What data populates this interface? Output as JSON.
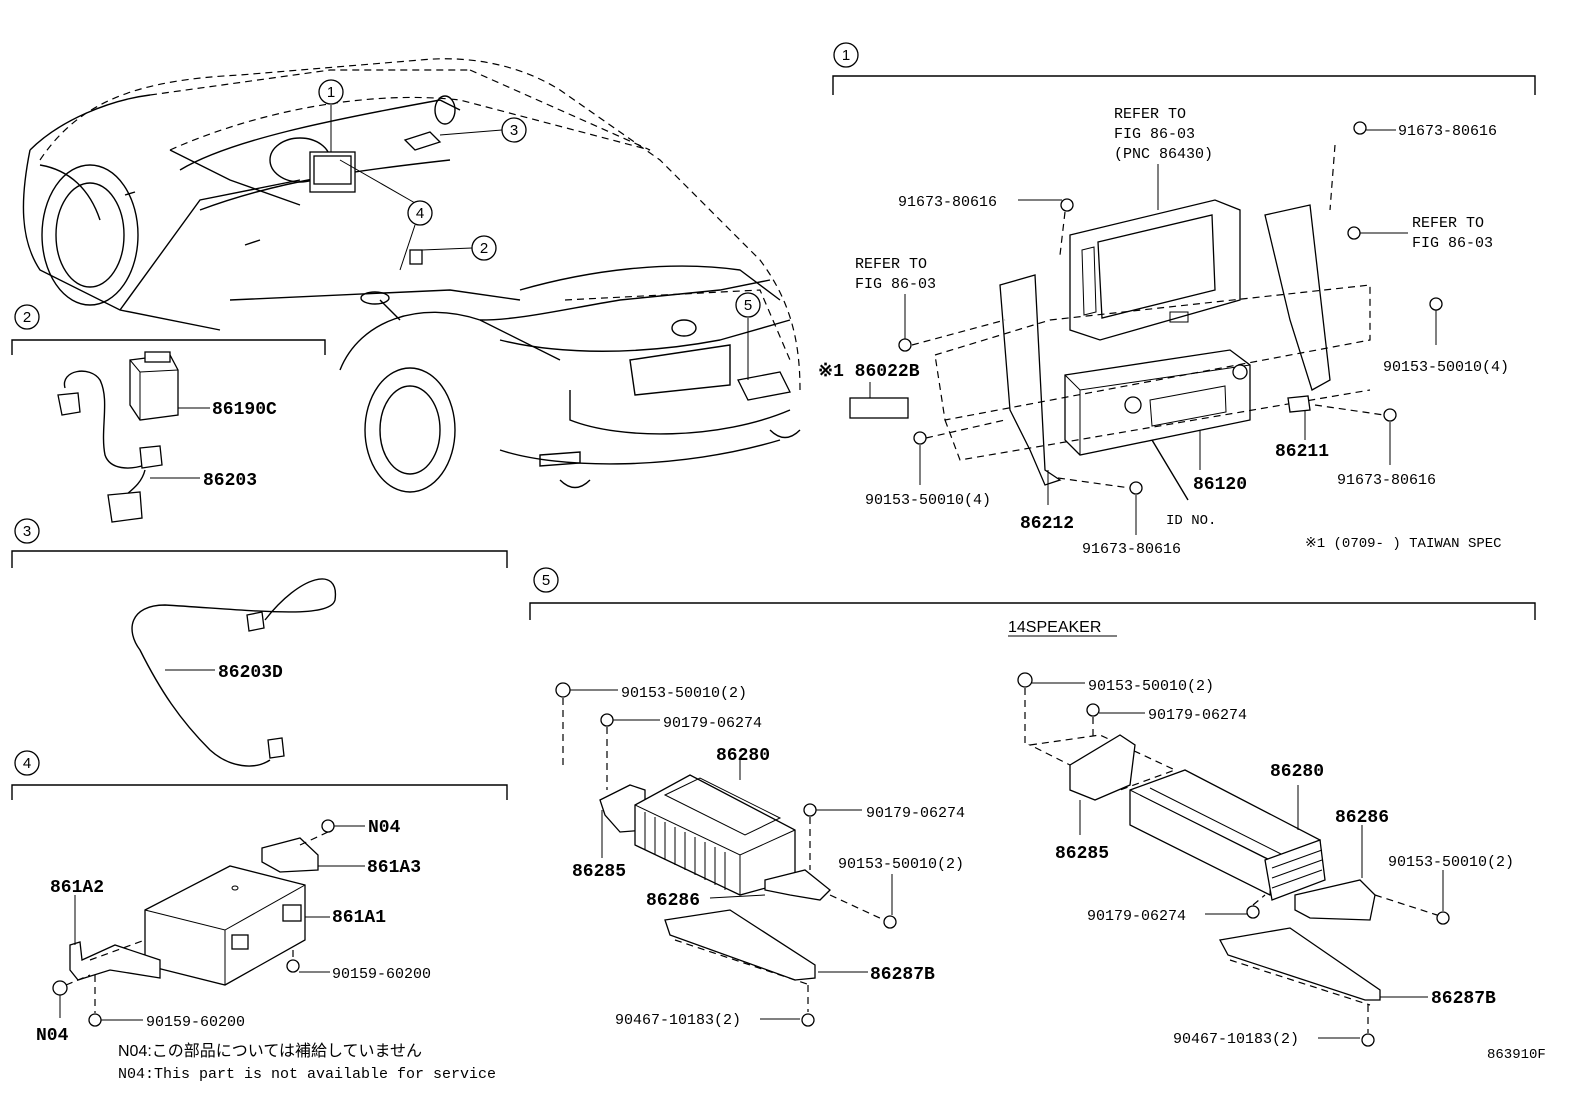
{
  "sections": {
    "s1": "1",
    "s2": "2",
    "s3": "3",
    "s4": "4",
    "s5": "5"
  },
  "car_callouts": {
    "c1": "1",
    "c2": "2",
    "c3": "3",
    "c4": "4",
    "c5": "5"
  },
  "group1": {
    "refer_main": [
      "REFER TO",
      "FIG 86-03",
      "(PNC 86430)"
    ],
    "refer_left": [
      "REFER TO",
      "FIG 86-03"
    ],
    "refer_right": [
      "REFER TO",
      "FIG 86-03"
    ],
    "bolt_top_left": "91673-80616",
    "bolt_top_right": "91673-80616",
    "bolt_right_mid": "90153-50010(4)",
    "bolt_right_low": "91673-80616",
    "bolt_left_low": "90153-50010(4)",
    "bolt_bottom": "91673-80616",
    "part_86022b": "※1 86022B",
    "part_86120": "86120",
    "part_86211": "86211",
    "part_86212": "86212",
    "id_no": "ID NO.",
    "footnote": "※1 (0709-    ) TAIWAN SPEC"
  },
  "group2": {
    "part_a": "86190C",
    "part_b": "86203"
  },
  "group3": {
    "part_a": "86203D"
  },
  "group4": {
    "n04_top": "N04",
    "part_861a3": "861A3",
    "part_861a2": "861A2",
    "part_861a1": "861A1",
    "bolt_right": "90159-60200",
    "bolt_bottom": "90159-60200",
    "n04_bottom": "N04",
    "note_jp": "N04:この部品については補給していません",
    "note_en": "N04:This part is not available for service"
  },
  "group5": {
    "subtitle": "14SPEAKER",
    "left": {
      "bolt1": "90153-50010(2)",
      "nut1": "90179-06274",
      "amp": "86280",
      "nut2": "90179-06274",
      "bolt2": "90153-50010(2)",
      "p86285": "86285",
      "p86286": "86286",
      "p86287b": "86287B",
      "bolt3": "90467-10183(2)"
    },
    "right": {
      "bolt1": "90153-50010(2)",
      "nut1": "90179-06274",
      "amp": "86280",
      "p86286": "86286",
      "p86285": "86285",
      "bolt2": "90153-50010(2)",
      "nut2": "90179-06274",
      "p86287b": "86287B",
      "bolt3": "90467-10183(2)"
    }
  },
  "figure_id": "863910F"
}
